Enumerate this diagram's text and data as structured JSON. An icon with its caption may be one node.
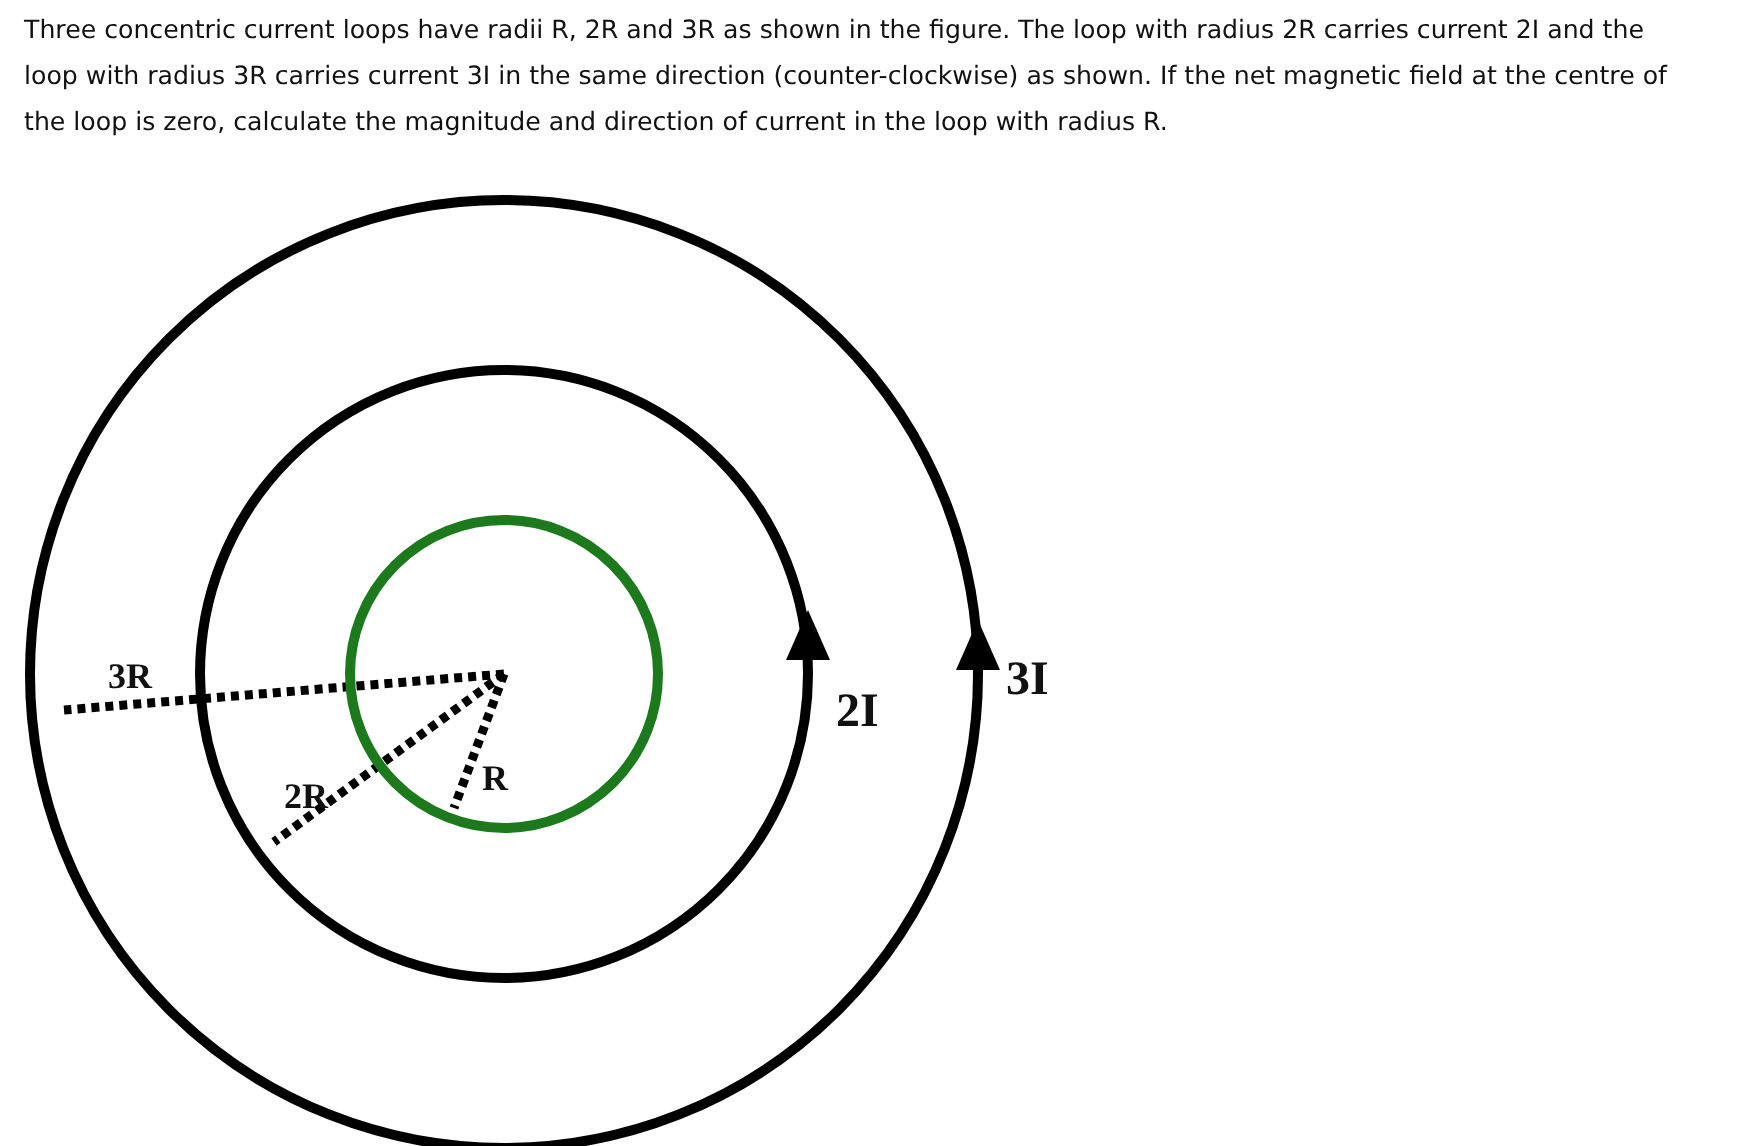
{
  "diagram": {
    "title": "Three concentric current loops have radii R, 2R and 3R as shown in the figure. The loop with radius 2R carries current 2I and the loop with radius 3R carries current 3I in the same direction (counter-clockwise) as shown. If the net magnetic field at the centre of the loop is zero, calculate the magnitude and direction of current in the loop with radius R.",
    "labels": [
      "3R",
      "2I",
      "3I",
      "2R",
      "R"
    ]
  }
}
